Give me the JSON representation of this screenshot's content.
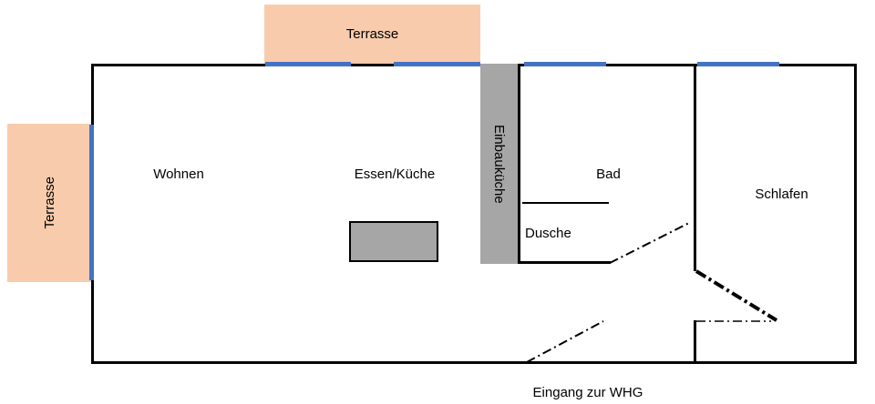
{
  "colors": {
    "terrace": "#F8CBAD",
    "window": "#4472C4",
    "cabinet": "#A6A6A6",
    "wall": "#000000"
  },
  "labels": {
    "terrace_top": "Terrasse",
    "terrace_left": "Terrasse",
    "wohnen": "Wohnen",
    "essen_kueche": "Essen/Küche",
    "einbaukueche": "Einbauküche",
    "bad": "Bad",
    "dusche": "Dusche",
    "schlafen": "Schlafen",
    "eingang": "Eingang zur WHG"
  }
}
